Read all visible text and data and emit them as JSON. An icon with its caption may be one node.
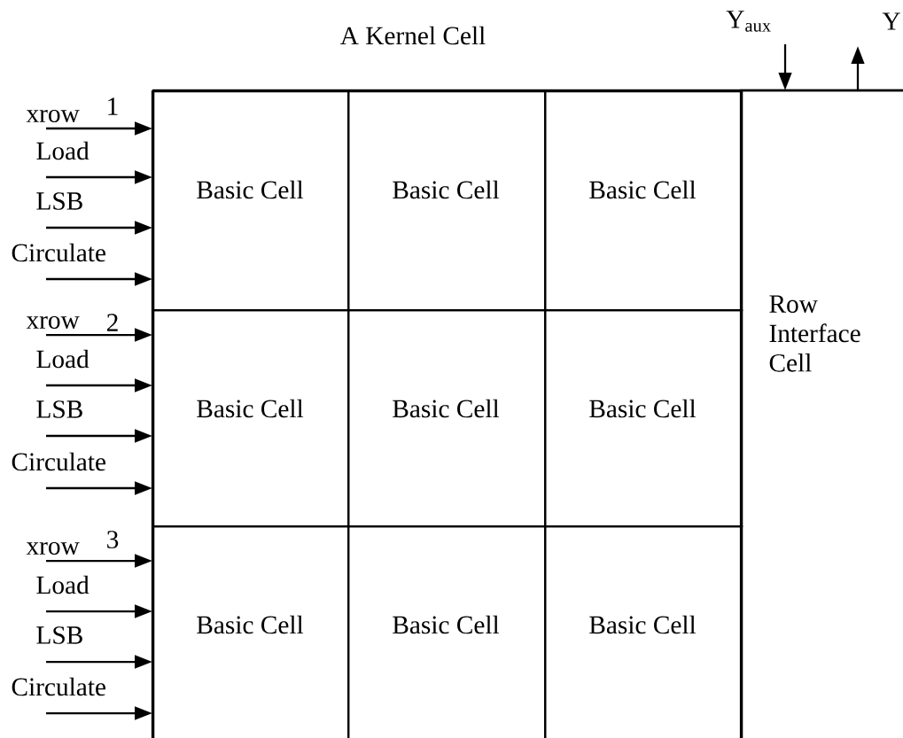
{
  "diagram": {
    "nodes": [
      {
        "text": [
          "A Kernel Cell"
        ]
      },
      {
        "text": [
          "Basic Cell"
        ],
        "in": 0
      },
      {
        "text": [
          "Basic Cell"
        ],
        "in": 0
      },
      {
        "text": [
          "Basic Cell"
        ],
        "in": 0
      },
      {
        "text": [
          "Basic Cell"
        ],
        "in": 0
      },
      {
        "text": [
          "Basic Cell"
        ],
        "in": 0
      },
      {
        "text": [
          "Basic Cell"
        ],
        "in": 0
      },
      {
        "text": [
          "Basic Cell"
        ],
        "in": 0
      },
      {
        "text": [
          "Basic Cell"
        ],
        "in": 0
      },
      {
        "text": [
          "Basic Cell"
        ],
        "in": 0
      },
      {
        "text": [
          "Row Interface Cell"
        ],
        "in": 0
      }
    ],
    "edges": [
      {
        "from": null,
        "to": 1,
        "arrow": "to",
        "label": "xrow"
      },
      {
        "from": null,
        "to": 1,
        "arrow": "to",
        "label": "Load"
      },
      {
        "from": null,
        "to": 1,
        "arrow": "to",
        "label": "LSB"
      },
      {
        "from": null,
        "to": 1,
        "arrow": "to",
        "label": "Circulate"
      },
      {
        "from": null,
        "to": 4,
        "arrow": "to",
        "label": "xrow"
      },
      {
        "from": null,
        "to": 4,
        "arrow": "to",
        "label": "Load"
      },
      {
        "from": null,
        "to": 4,
        "arrow": "to",
        "label": "LSB"
      },
      {
        "from": null,
        "to": 4,
        "arrow": "to",
        "label": "Circulate"
      },
      {
        "from": null,
        "to": 7,
        "arrow": "to",
        "label": "xrow"
      },
      {
        "from": null,
        "to": 7,
        "arrow": "to",
        "label": "Load"
      },
      {
        "from": null,
        "to": 7,
        "arrow": "to",
        "label": "LSB"
      },
      {
        "from": null,
        "to": 7,
        "arrow": "to",
        "label": "Circulate"
      },
      {
        "from": null,
        "to": 10,
        "arrow": "to",
        "label": "Y$_{aux}$"
      },
      {
        "from": 10,
        "to": null,
        "arrow": "to",
        "label": "Y"
      }
    ],
    "labels": [
      "1",
      "2",
      "3"
    ]
  }
}
